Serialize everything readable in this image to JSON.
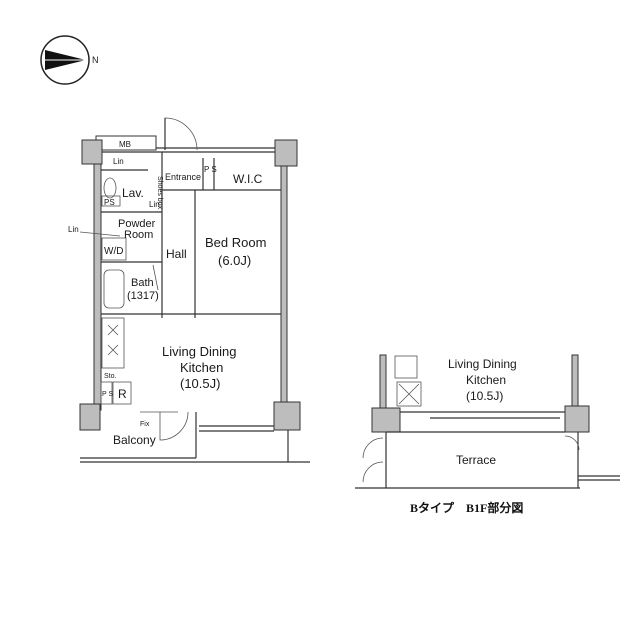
{
  "compass": {
    "label": "N"
  },
  "main_unit": {
    "mb": "MB",
    "lin_top": "Lin",
    "shoes_box": "Shoes box",
    "lin_small": "Lin",
    "entrance": "Entrance",
    "ps_top": "P S",
    "wic": "W.I.C",
    "lav": "Lav.",
    "ps_left": "PS",
    "powder_line1": "Powder",
    "powder_line2": "Room",
    "lin_callout": "Lin",
    "wd": "W/D",
    "hall": "Hall",
    "bedroom_name": "Bed Room",
    "bedroom_size": "(6.0J)",
    "bath_name": "Bath",
    "bath_size": "(1317)",
    "ldk_line1": "Living Dining",
    "ldk_line2": "Kitchen",
    "ldk_size": "(10.5J)",
    "sto": "Sto.",
    "ps_bottom": "P S",
    "r": "R",
    "fix": "Fix",
    "balcony": "Balcony"
  },
  "b1f_unit": {
    "ldk_line1": "Living Dining",
    "ldk_line2": "Kitchen",
    "ldk_size": "(10.5J)",
    "terrace": "Terrace"
  },
  "caption": "Bタイプ　B1F部分図"
}
